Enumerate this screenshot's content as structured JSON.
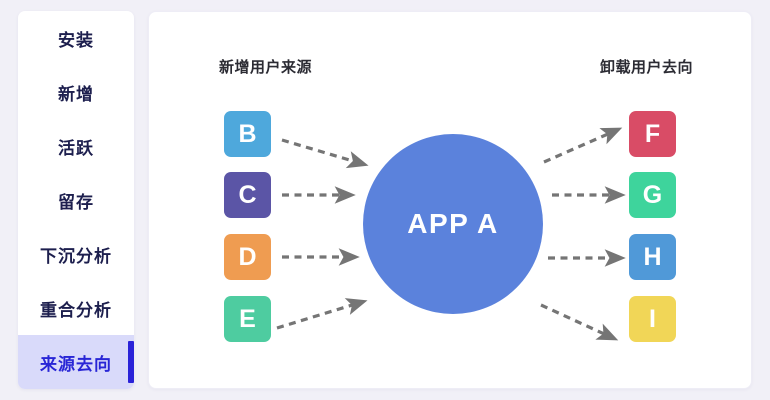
{
  "sidebar": {
    "items": [
      {
        "label": "安装",
        "active": false
      },
      {
        "label": "新增",
        "active": false
      },
      {
        "label": "活跃",
        "active": false
      },
      {
        "label": "留存",
        "active": false
      },
      {
        "label": "下沉分析",
        "active": false
      },
      {
        "label": "重合分析",
        "active": false
      },
      {
        "label": "来源去向",
        "active": true
      }
    ],
    "active_background": "#d9dafa",
    "active_text_color": "#2926d6",
    "active_bar_color": "#2a22d8"
  },
  "diagram": {
    "left_heading": "新增用户来源",
    "right_heading": "卸载用户去向",
    "hub": {
      "label": "APP A",
      "color": "#5b82dc",
      "text_color": "#ffffff"
    },
    "sources": [
      {
        "label": "B",
        "color": "#4ea8dc"
      },
      {
        "label": "C",
        "color": "#5b55a6"
      },
      {
        "label": "D",
        "color": "#ef9c51"
      },
      {
        "label": "E",
        "color": "#4ecca0"
      }
    ],
    "destinations": [
      {
        "label": "F",
        "color": "#d94c66"
      },
      {
        "label": "G",
        "color": "#3ed49c"
      },
      {
        "label": "H",
        "color": "#5099d8"
      },
      {
        "label": "I",
        "color": "#f1d657"
      }
    ],
    "arrow_color": "#757575",
    "arrow_style": "dashed"
  },
  "page": {
    "background": "#f1f0f7",
    "panel_background": "#ffffff"
  }
}
